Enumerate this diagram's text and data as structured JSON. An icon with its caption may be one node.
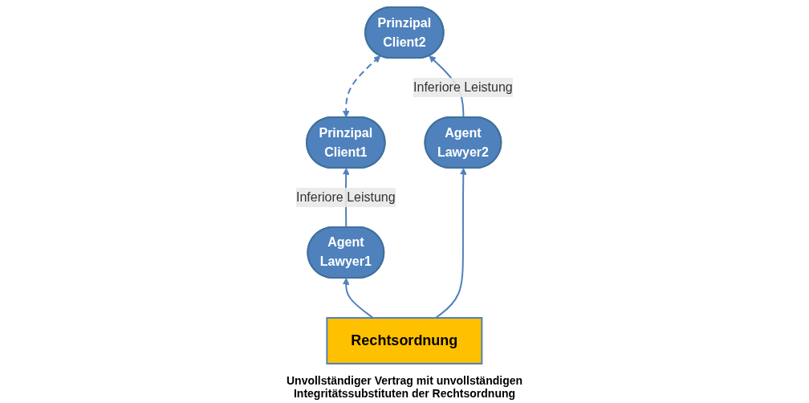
{
  "diagram": {
    "nodes": [
      {
        "text": [
          "Agent",
          "Lawyer1"
        ]
      },
      {
        "text": [
          "Prinzipal",
          "Client1"
        ]
      },
      {
        "text": [
          "Prinzipal",
          "Client2"
        ]
      },
      {
        "text": [
          "Agent",
          "Lawyer2"
        ]
      },
      {
        "text": [
          "Rechtsordnung"
        ]
      }
    ],
    "edges": [
      {
        "from": 0,
        "to": 1,
        "arrow": "to",
        "label": "Inferiore Leistung"
      },
      {
        "from": 1,
        "to": 2,
        "arrow": "both",
        "style": "dashed"
      },
      {
        "from": 3,
        "to": 2,
        "arrow": "to",
        "label": "Inferiore Leistung"
      },
      {
        "from": 4,
        "to": 0,
        "arrow": "to"
      },
      {
        "from": 4,
        "to": 3,
        "arrow": "to"
      }
    ],
    "labels": [
      "Unvollständiger Vertrag mit unvollständigen Integritätssubstituten der Rechtsordnung"
    ]
  }
}
